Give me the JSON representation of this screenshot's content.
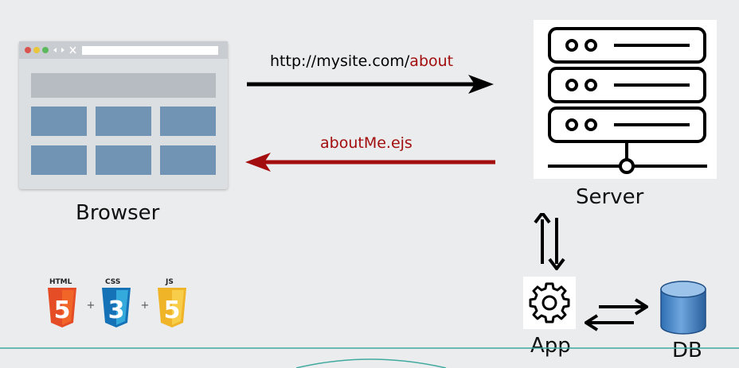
{
  "browser": {
    "label": "Browser",
    "dots": [
      "#d9534f",
      "#e8c53a",
      "#5cb85c"
    ],
    "tile_color": "#7193b4",
    "header_color": "#b6bcc2"
  },
  "request": {
    "url_prefix": "http://mysite.com/",
    "url_path": "about",
    "arrow_color": "#000000"
  },
  "response": {
    "label": "aboutMe.ejs",
    "arrow_color": "#a30d0d"
  },
  "server": {
    "label": "Server"
  },
  "app": {
    "label": "App",
    "icon": "gear-icon"
  },
  "db": {
    "label": "DB",
    "icon": "database-icon",
    "color": "#4a86c8"
  },
  "tech": {
    "items": [
      {
        "name": "HTML",
        "digit": "5",
        "color": "#e44d26"
      },
      {
        "name": "CSS",
        "digit": "3",
        "color": "#1572b6"
      },
      {
        "name": "JS",
        "digit": "5",
        "color": "#f0b429"
      }
    ],
    "separator": "+"
  },
  "accent": "#3fa9a0"
}
